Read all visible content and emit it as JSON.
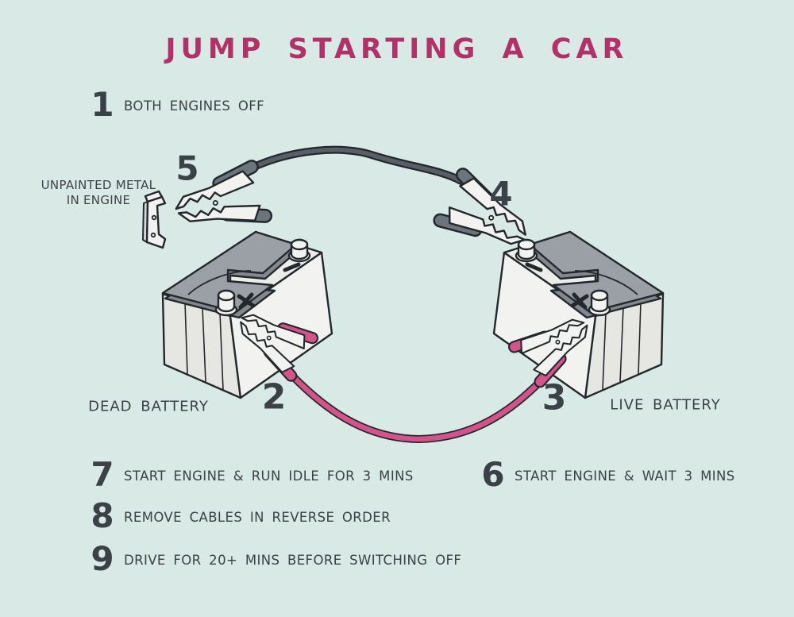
{
  "title": "JUMP STARTING A CAR",
  "steps": {
    "s1": {
      "num": "1",
      "text": "BOTH ENGINES OFF"
    },
    "s6": {
      "num": "6",
      "text": "START ENGINE & WAIT 3 MINS"
    },
    "s7": {
      "num": "7",
      "text": "START ENGINE & RUN IDLE FOR 3 MINS"
    },
    "s8": {
      "num": "8",
      "text": "REMOVE CABLES IN REVERSE ORDER"
    },
    "s9": {
      "num": "9",
      "text": "DRIVE FOR 20+ MINS BEFORE SWITCHING OFF"
    }
  },
  "callouts": {
    "clamp2": "2",
    "clamp3": "3",
    "clamp4": "4",
    "clamp5": "5"
  },
  "labels": {
    "unpainted_metal_line1": "UNPAINTED METAL",
    "unpainted_metal_line2": "IN ENGINE",
    "dead_battery": "DEAD BATTERY",
    "live_battery": "LIVE BATTERY"
  },
  "colors": {
    "background": "#d9e9e6",
    "title": "#b13168",
    "ink": "#3b4247",
    "outline": "#23282c",
    "pink": "#d4538a",
    "grip": "#6d757c",
    "cable": "#585f66",
    "metal": "#f2f2f0",
    "battery": "#f2f2f0",
    "battery_shade": "#e6e6e3",
    "battery_top": "#ececea",
    "cover": "#9aa0a5",
    "cover_edge": "#82888d"
  }
}
